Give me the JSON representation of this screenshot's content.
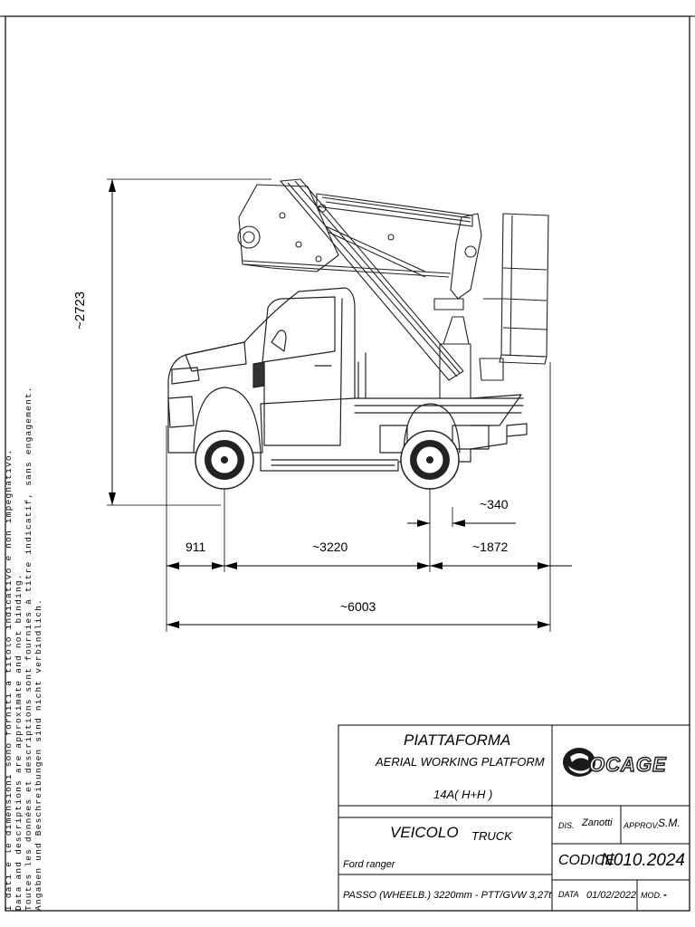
{
  "dimensions": {
    "height_overall": "~2723",
    "front_overhang": "911",
    "wheelbase": "~3220",
    "rear_overhang": "~1872",
    "rear_offset": "~340",
    "length_overall": "~6003"
  },
  "disclaimer": [
    "I dati e le dimensioni sono forniti a titolo indicativo e non impegnativo.",
    "Data and descriptions are approximate and not binding.",
    "Toutes les données et descriptions sont fournies à titre indicatif, sans engagement.",
    "Angaben und Beschreibungen sind nicht verbindlich."
  ],
  "title_block": {
    "product_it": "PIATTAFORMA",
    "product_en": "AERIAL WORKING PLATFORM",
    "model": "14A( H+H )",
    "vehicle_it": "VEICOLO",
    "vehicle_en": "TRUCK",
    "vehicle_model": "Ford ranger",
    "wheelbase_spec": "PASSO (WHEELB.) 3220mm - PTT/GVW 3,27t",
    "logo_text": "SOCAGE",
    "dis_label": "DIS.",
    "dis_value": "Zanotti",
    "approv_label": "APPROV.",
    "approv_value": "S.M.",
    "codice_label": "CODICE",
    "codice_value": "N010.2024",
    "data_label": "DATA",
    "data_value": "01/02/2022",
    "mod_label": "MOD.",
    "mod_value": "-"
  }
}
